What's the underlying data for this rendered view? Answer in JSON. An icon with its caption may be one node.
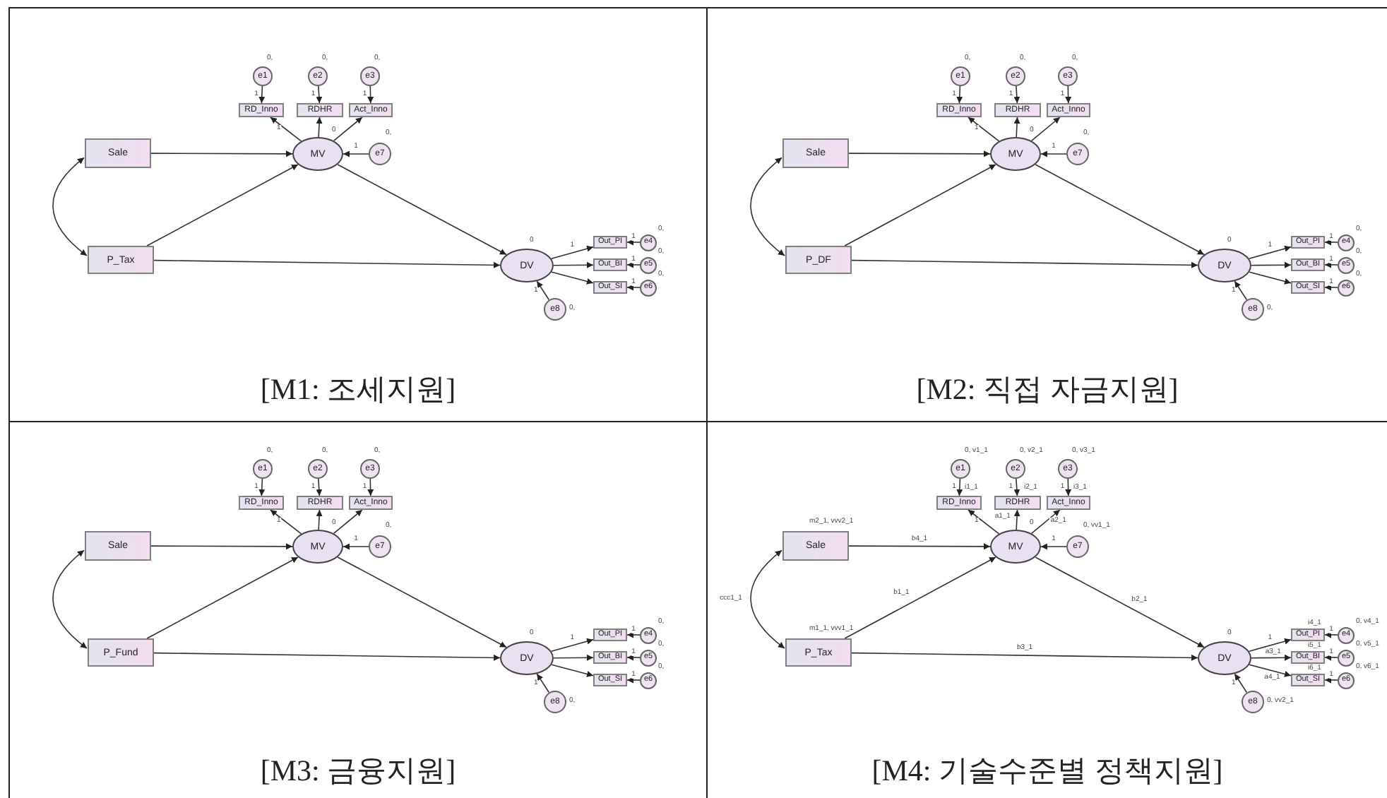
{
  "diagram": {
    "nodes": [
      {
        "text": [
          "[M1: 조세지원]"
        ]
      },
      {
        "text": [
          "e1"
        ],
        "in": 0,
        "beside": [
          "0,"
        ]
      },
      {
        "text": [
          "e2"
        ],
        "in": 0,
        "beside": [
          "0,"
        ]
      },
      {
        "text": [
          "e3"
        ],
        "in": 0,
        "beside": [
          "0,"
        ]
      },
      {
        "text": [
          "RD_Inno"
        ],
        "in": 0
      },
      {
        "text": [
          "RDHR"
        ],
        "in": 0
      },
      {
        "text": [
          "Act_Inno"
        ],
        "in": 0
      },
      {
        "text": [
          "Sale"
        ],
        "in": 0
      },
      {
        "text": [
          "MV"
        ],
        "in": 0,
        "beside": [
          "0"
        ]
      },
      {
        "text": [
          "e7"
        ],
        "in": 0,
        "beside": [
          "0,"
        ]
      },
      {
        "text": [
          "P_Tax"
        ],
        "in": 0
      },
      {
        "text": [
          "DV"
        ],
        "in": 0,
        "beside": [
          "0"
        ]
      },
      {
        "text": [
          "Out_PI"
        ],
        "in": 0
      },
      {
        "text": [
          "Out_BI"
        ],
        "in": 0
      },
      {
        "text": [
          "Out_SI"
        ],
        "in": 0
      },
      {
        "text": [
          "e4"
        ],
        "in": 0,
        "beside": [
          "0,"
        ]
      },
      {
        "text": [
          "e5"
        ],
        "in": 0,
        "beside": [
          "0,"
        ]
      },
      {
        "text": [
          "e6"
        ],
        "in": 0,
        "beside": [
          "0,"
        ]
      },
      {
        "text": [
          "e8"
        ],
        "in": 0,
        "beside": [
          "0,"
        ]
      },
      {
        "text": [
          "[M2: 직접 자금지원]"
        ]
      },
      {
        "text": [
          "e1"
        ],
        "in": 19,
        "beside": [
          "0,"
        ]
      },
      {
        "text": [
          "e2"
        ],
        "in": 19,
        "beside": [
          "0,"
        ]
      },
      {
        "text": [
          "e3"
        ],
        "in": 19,
        "beside": [
          "0,"
        ]
      },
      {
        "text": [
          "RD_Inno"
        ],
        "in": 19
      },
      {
        "text": [
          "RDHR"
        ],
        "in": 19
      },
      {
        "text": [
          "Act_Inno"
        ],
        "in": 19
      },
      {
        "text": [
          "Sale"
        ],
        "in": 19
      },
      {
        "text": [
          "MV"
        ],
        "in": 19,
        "beside": [
          "0"
        ]
      },
      {
        "text": [
          "e7"
        ],
        "in": 19,
        "beside": [
          "0,"
        ]
      },
      {
        "text": [
          "P_DF"
        ],
        "in": 19
      },
      {
        "text": [
          "DV"
        ],
        "in": 19,
        "beside": [
          "0"
        ]
      },
      {
        "text": [
          "Out_PI"
        ],
        "in": 19
      },
      {
        "text": [
          "Out_BI"
        ],
        "in": 19
      },
      {
        "text": [
          "Out_SI"
        ],
        "in": 19
      },
      {
        "text": [
          "e4"
        ],
        "in": 19,
        "beside": [
          "0,"
        ]
      },
      {
        "text": [
          "e5"
        ],
        "in": 19,
        "beside": [
          "0,"
        ]
      },
      {
        "text": [
          "e6"
        ],
        "in": 19,
        "beside": [
          "0,"
        ]
      },
      {
        "text": [
          "e8"
        ],
        "in": 19,
        "beside": [
          "0,"
        ]
      },
      {
        "text": [
          "[M3: 금융지원]"
        ]
      },
      {
        "text": [
          "e1"
        ],
        "in": 38,
        "beside": [
          "0,"
        ]
      },
      {
        "text": [
          "e2"
        ],
        "in": 38,
        "beside": [
          "0,"
        ]
      },
      {
        "text": [
          "e3"
        ],
        "in": 38,
        "beside": [
          "0,"
        ]
      },
      {
        "text": [
          "RD_Inno"
        ],
        "in": 38
      },
      {
        "text": [
          "RDHR"
        ],
        "in": 38
      },
      {
        "text": [
          "Act_Inno"
        ],
        "in": 38
      },
      {
        "text": [
          "Sale"
        ],
        "in": 38
      },
      {
        "text": [
          "MV"
        ],
        "in": 38,
        "beside": [
          "0"
        ]
      },
      {
        "text": [
          "e7"
        ],
        "in": 38,
        "beside": [
          "0,"
        ]
      },
      {
        "text": [
          "P_Fund"
        ],
        "in": 38
      },
      {
        "text": [
          "DV"
        ],
        "in": 38,
        "beside": [
          "0"
        ]
      },
      {
        "text": [
          "Out_PI"
        ],
        "in": 38
      },
      {
        "text": [
          "Out_BI"
        ],
        "in": 38
      },
      {
        "text": [
          "Out_SI"
        ],
        "in": 38
      },
      {
        "text": [
          "e4"
        ],
        "in": 38,
        "beside": [
          "0,"
        ]
      },
      {
        "text": [
          "e5"
        ],
        "in": 38,
        "beside": [
          "0,"
        ]
      },
      {
        "text": [
          "e6"
        ],
        "in": 38,
        "beside": [
          "0,"
        ]
      },
      {
        "text": [
          "e8"
        ],
        "in": 38,
        "beside": [
          "0,"
        ]
      },
      {
        "text": [
          "[M4: 기술수준별 정책지원]"
        ]
      },
      {
        "text": [
          "e1"
        ],
        "in": 57,
        "beside": [
          "0, v1_1"
        ]
      },
      {
        "text": [
          "e2"
        ],
        "in": 57,
        "beside": [
          "0, v2_1"
        ]
      },
      {
        "text": [
          "e3"
        ],
        "in": 57,
        "beside": [
          "0, v3_1"
        ]
      },
      {
        "text": [
          "RD_Inno"
        ],
        "in": 57,
        "beside": [
          "i1_1"
        ]
      },
      {
        "text": [
          "RDHR"
        ],
        "in": 57,
        "beside": [
          "i2_1"
        ]
      },
      {
        "text": [
          "Act_Inno"
        ],
        "in": 57,
        "beside": [
          "i3_1"
        ]
      },
      {
        "text": [
          "Sale"
        ],
        "in": 57,
        "beside": [
          "m2_1, vvv2_1"
        ]
      },
      {
        "text": [
          "MV"
        ],
        "in": 57,
        "beside": [
          "0"
        ]
      },
      {
        "text": [
          "e7"
        ],
        "in": 57,
        "beside": [
          "0, vv1_1"
        ]
      },
      {
        "text": [
          "P_Tax"
        ],
        "in": 57,
        "beside": [
          "m1_1, vvv1_1"
        ]
      },
      {
        "text": [
          "DV"
        ],
        "in": 57,
        "beside": [
          "0"
        ]
      },
      {
        "text": [
          "Out_PI"
        ],
        "in": 57,
        "beside": [
          "i4_1"
        ]
      },
      {
        "text": [
          "Out_BI"
        ],
        "in": 57,
        "beside": [
          "i5_1"
        ]
      },
      {
        "text": [
          "Out_SI"
        ],
        "in": 57,
        "beside": [
          "i6_1"
        ]
      },
      {
        "text": [
          "e4"
        ],
        "in": 57,
        "beside": [
          "0, v4_1"
        ]
      },
      {
        "text": [
          "e5"
        ],
        "in": 57,
        "beside": [
          "0, v5_1"
        ]
      },
      {
        "text": [
          "e6"
        ],
        "in": 57,
        "beside": [
          "0, v6_1"
        ]
      },
      {
        "text": [
          "e8"
        ],
        "in": 57,
        "beside": [
          "0, vv2_1"
        ]
      }
    ],
    "edges": [
      {
        "from": 7,
        "to": 10,
        "arrow": "both"
      },
      {
        "from": 7,
        "to": 8,
        "arrow": "to"
      },
      {
        "from": 10,
        "to": 8,
        "arrow": "to"
      },
      {
        "from": 10,
        "to": 11,
        "arrow": "to"
      },
      {
        "from": 8,
        "to": 11,
        "arrow": "to"
      },
      {
        "from": 8,
        "to": 4,
        "arrow": "to",
        "label": "1"
      },
      {
        "from": 8,
        "to": 5,
        "arrow": "to"
      },
      {
        "from": 8,
        "to": 6,
        "arrow": "to"
      },
      {
        "from": 1,
        "to": 4,
        "arrow": "to",
        "label": "1"
      },
      {
        "from": 2,
        "to": 5,
        "arrow": "to",
        "label": "1"
      },
      {
        "from": 3,
        "to": 6,
        "arrow": "to",
        "label": "1"
      },
      {
        "from": 9,
        "to": 8,
        "arrow": "to",
        "label": "1"
      },
      {
        "from": 18,
        "to": 11,
        "arrow": "to",
        "label": "1"
      },
      {
        "from": 11,
        "to": 12,
        "arrow": "to",
        "label": "1"
      },
      {
        "from": 11,
        "to": 13,
        "arrow": "to"
      },
      {
        "from": 11,
        "to": 14,
        "arrow": "to"
      },
      {
        "from": 15,
        "to": 12,
        "arrow": "to",
        "label": "1"
      },
      {
        "from": 16,
        "to": 13,
        "arrow": "to",
        "label": "1"
      },
      {
        "from": 17,
        "to": 14,
        "arrow": "to",
        "label": "1"
      },
      {
        "from": 26,
        "to": 29,
        "arrow": "both"
      },
      {
        "from": 26,
        "to": 27,
        "arrow": "to"
      },
      {
        "from": 29,
        "to": 27,
        "arrow": "to"
      },
      {
        "from": 29,
        "to": 30,
        "arrow": "to"
      },
      {
        "from": 27,
        "to": 30,
        "arrow": "to"
      },
      {
        "from": 27,
        "to": 23,
        "arrow": "to",
        "label": "1"
      },
      {
        "from": 27,
        "to": 24,
        "arrow": "to"
      },
      {
        "from": 27,
        "to": 25,
        "arrow": "to"
      },
      {
        "from": 20,
        "to": 23,
        "arrow": "to",
        "label": "1"
      },
      {
        "from": 21,
        "to": 24,
        "arrow": "to",
        "label": "1"
      },
      {
        "from": 22,
        "to": 25,
        "arrow": "to",
        "label": "1"
      },
      {
        "from": 28,
        "to": 27,
        "arrow": "to",
        "label": "1"
      },
      {
        "from": 37,
        "to": 30,
        "arrow": "to",
        "label": "1"
      },
      {
        "from": 30,
        "to": 31,
        "arrow": "to",
        "label": "1"
      },
      {
        "from": 30,
        "to": 32,
        "arrow": "to"
      },
      {
        "from": 30,
        "to": 33,
        "arrow": "to"
      },
      {
        "from": 34,
        "to": 31,
        "arrow": "to",
        "label": "1"
      },
      {
        "from": 35,
        "to": 32,
        "arrow": "to",
        "label": "1"
      },
      {
        "from": 36,
        "to": 33,
        "arrow": "to",
        "label": "1"
      },
      {
        "from": 45,
        "to": 48,
        "arrow": "both"
      },
      {
        "from": 45,
        "to": 46,
        "arrow": "to"
      },
      {
        "from": 48,
        "to": 46,
        "arrow": "to"
      },
      {
        "from": 48,
        "to": 49,
        "arrow": "to"
      },
      {
        "from": 46,
        "to": 49,
        "arrow": "to"
      },
      {
        "from": 46,
        "to": 42,
        "arrow": "to",
        "label": "1"
      },
      {
        "from": 46,
        "to": 43,
        "arrow": "to"
      },
      {
        "from": 46,
        "to": 44,
        "arrow": "to"
      },
      {
        "from": 39,
        "to": 42,
        "arrow": "to",
        "label": "1"
      },
      {
        "from": 40,
        "to": 43,
        "arrow": "to",
        "label": "1"
      },
      {
        "from": 41,
        "to": 44,
        "arrow": "to",
        "label": "1"
      },
      {
        "from": 47,
        "to": 46,
        "arrow": "to",
        "label": "1"
      },
      {
        "from": 56,
        "to": 49,
        "arrow": "to",
        "label": "1"
      },
      {
        "from": 49,
        "to": 50,
        "arrow": "to",
        "label": "1"
      },
      {
        "from": 49,
        "to": 51,
        "arrow": "to"
      },
      {
        "from": 49,
        "to": 52,
        "arrow": "to"
      },
      {
        "from": 53,
        "to": 50,
        "arrow": "to",
        "label": "1"
      },
      {
        "from": 54,
        "to": 51,
        "arrow": "to",
        "label": "1"
      },
      {
        "from": 55,
        "to": 52,
        "arrow": "to",
        "label": "1"
      },
      {
        "from": 64,
        "to": 67,
        "arrow": "both",
        "label": "ccc1_1"
      },
      {
        "from": 64,
        "to": 65,
        "arrow": "to",
        "label": "b4_1"
      },
      {
        "from": 67,
        "to": 65,
        "arrow": "to",
        "label": "b1_1"
      },
      {
        "from": 67,
        "to": 68,
        "arrow": "to",
        "label": "b3_1"
      },
      {
        "from": 65,
        "to": 68,
        "arrow": "to",
        "label": "b2_1"
      },
      {
        "from": 65,
        "to": 61,
        "arrow": "to",
        "label": "1"
      },
      {
        "from": 65,
        "to": 62,
        "arrow": "to",
        "label": "a1_1"
      },
      {
        "from": 65,
        "to": 63,
        "arrow": "to",
        "label": "a2_1"
      },
      {
        "from": 58,
        "to": 61,
        "arrow": "to",
        "label": "1"
      },
      {
        "from": 59,
        "to": 62,
        "arrow": "to",
        "label": "1"
      },
      {
        "from": 60,
        "to": 63,
        "arrow": "to",
        "label": "1"
      },
      {
        "from": 66,
        "to": 65,
        "arrow": "to",
        "label": "1"
      },
      {
        "from": 75,
        "to": 68,
        "arrow": "to",
        "label": "1"
      },
      {
        "from": 68,
        "to": 69,
        "arrow": "to",
        "label": "1"
      },
      {
        "from": 68,
        "to": 70,
        "arrow": "to",
        "label": "a3_1"
      },
      {
        "from": 68,
        "to": 71,
        "arrow": "to",
        "label": "a4_1"
      },
      {
        "from": 72,
        "to": 69,
        "arrow": "to",
        "label": "1"
      },
      {
        "from": 73,
        "to": 70,
        "arrow": "to",
        "label": "1"
      },
      {
        "from": 74,
        "to": 71,
        "arrow": "to",
        "label": "1"
      }
    ]
  }
}
